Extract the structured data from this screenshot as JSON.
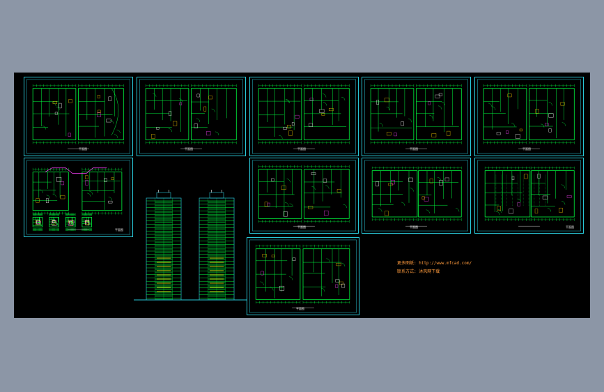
{
  "colors": {
    "frame": "#29c8d8",
    "wall": "#00ff40",
    "dim": "#00ff40",
    "accent": "#ffd000",
    "pink": "#ff40ff",
    "white": "#ffffff",
    "note": "#ff9b3d",
    "background": "#000000",
    "desktop": "#8c96a6"
  },
  "sheets": [
    {
      "id": "plan-1",
      "kind": "plan",
      "caption": "平面图"
    },
    {
      "id": "plan-2",
      "kind": "plan",
      "caption": "平面图"
    },
    {
      "id": "plan-3",
      "kind": "plan",
      "caption": "平面图"
    },
    {
      "id": "plan-4",
      "kind": "plan",
      "caption": "平面图"
    },
    {
      "id": "plan-5",
      "kind": "plan",
      "caption": "平面图"
    },
    {
      "id": "detail-1",
      "kind": "detail",
      "caption": "平面图"
    },
    {
      "id": "plan-6",
      "kind": "plan",
      "caption": "平面图"
    },
    {
      "id": "plan-7",
      "kind": "plan",
      "caption": "平面图"
    },
    {
      "id": "plan-8",
      "kind": "plan",
      "caption": "平面图"
    },
    {
      "id": "plan-9",
      "kind": "plan",
      "caption": "平面图"
    }
  ],
  "notes": {
    "line1": "更多图纸: http://www.mfcad.com/",
    "line2": "联系方式: 沐风网下载"
  }
}
